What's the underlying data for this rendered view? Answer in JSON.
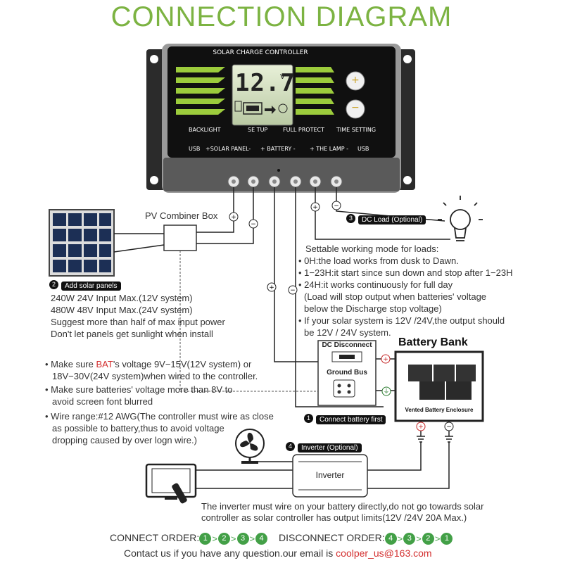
{
  "title": "CONNECTION DIAGRAM",
  "controller": {
    "name": "SOLAR CHARGE CONTROLLER",
    "voltage": "12.7",
    "unit": "V",
    "buttons": {
      "plus": "+",
      "minus": "−"
    },
    "functions": [
      "BACKLIGHT",
      "SE TUP",
      "FULL PROTECT",
      "TIME SETTING"
    ],
    "ports": [
      "USB",
      "+SOLAR PANEL-",
      "+ BATTERY -",
      "+ THE LAMP -",
      "USB"
    ]
  },
  "pv_combiner": "PV Combiner Box",
  "solar": {
    "step": "2",
    "tag": "Add solar panels",
    "lines": [
      "240W 24V Input Max.(12V system)",
      "480W 48V Input  Max.(24V system)",
      "Suggest more than half of max input power",
      "Don't let panels get sunlight when install"
    ]
  },
  "load": {
    "step": "3",
    "tag": "DC Load (Optional)",
    "lines": [
      "Settable working mode for loads:",
      "0H:the load works from dusk to Dawn.",
      "1−23H:it start since sun down and stop after 1−23H",
      "24H:it works continuously for full day",
      "(Load will stop output when batteries' voltage",
      "below the Discharge stop voltage)",
      "If your solar system is 12V /24V,the output should",
      "be 12V / 24V system."
    ]
  },
  "battery_notes": {
    "line1_pre": "Make sure ",
    "line1_bat": "BAT",
    "line1_post": "'s voltage 9V−15V(12V system) or",
    "line2": "18V−30V(24V system)when  wired to the controller.",
    "line3": "Make sure batteries' voltage more than 8V to",
    "line4": "avoid screen font blurred",
    "line5": "Wire range:#12 AWG(The controller must wire as close",
    "line6": "as possible to battery,thus to avoid voltage",
    "line7": "dropping caused by over logn wire.)"
  },
  "dc_disconnect": "DC Disconnect",
  "ground_bus": "Ground Bus",
  "battery_bank": {
    "title": "Battery Bank",
    "label": "Vented Battery Enclosure"
  },
  "connect_battery": {
    "step": "1",
    "tag": "Connect battery first"
  },
  "inverter": {
    "step": "4",
    "tag": "Inverter (Optional)",
    "label": "Inverter"
  },
  "inverter_note": [
    "The inverter must wire on your battery directly,do not go towards solar",
    "controller as solar controller has output limits(12V /24V 20A Max.)"
  ],
  "connect_order": {
    "label": "CONNECT ORDER:",
    "steps": [
      "1",
      "2",
      "3",
      "4"
    ]
  },
  "disconnect_order": {
    "label": "DISCONNECT ORDER:",
    "steps": [
      "4",
      "3",
      "2",
      "1"
    ]
  },
  "contact": {
    "text": "Contact us if you have any question.our email is ",
    "email": "coolper_us@163.com"
  },
  "colors": {
    "accent": "#7cb342",
    "warning": "#d32f2f",
    "order": "#43a047"
  }
}
